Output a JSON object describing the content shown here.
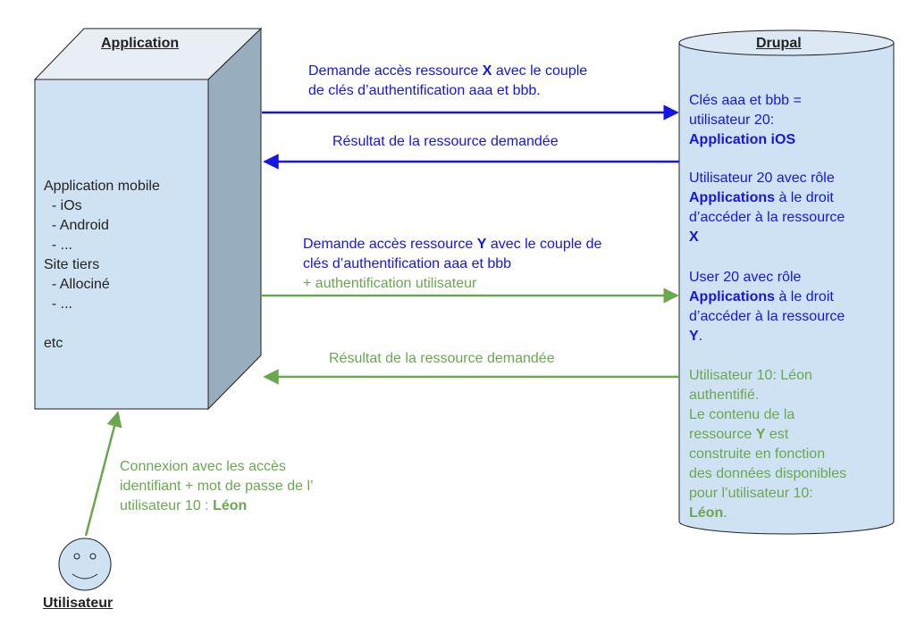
{
  "application": {
    "title": "Application",
    "lines": [
      "Application mobile",
      "  - iOs",
      "  - Android",
      "  - ...",
      "Site tiers",
      "  - Allociné",
      "  - ...",
      "",
      "etc"
    ]
  },
  "drupal": {
    "title": "Drupal",
    "block1": {
      "l1": "Clés aaa et bbb =",
      "l2": "utilisateur 20:",
      "l3": "Application iOS"
    },
    "block2": {
      "l1": "Utilisateur 20 avec rôle",
      "l2_bold": "Applications",
      "l2_rest": " à le droit",
      "l3": "d’accéder à la ressource",
      "l4": "X"
    },
    "block3": {
      "l1": "User 20 avec rôle",
      "l2_bold": "Applications",
      "l2_rest": " à le droit",
      "l3": "d’accéder à la ressource",
      "l4_bold": "Y",
      "l4_rest": "."
    },
    "block4": {
      "l1": "Utilisateur 10: Léon",
      "l2": "authentifié.",
      "l3": "Le contenu de la",
      "l4_pre": "ressource ",
      "l4_bold": "Y",
      "l4_rest": " est",
      "l5": "construite en fonction",
      "l6": "des données disponibles",
      "l7": "pour l’utilisateur 10:",
      "l8_bold": "Léon",
      "l8_rest": "."
    }
  },
  "messages": {
    "m1": {
      "l1_pre": "Demande accès ressource ",
      "l1_bold": "X",
      "l1_post": " avec le couple",
      "l2": "de clés d’authentification aaa et bbb."
    },
    "m2": "Résultat de la ressource demandée",
    "m3": {
      "l1_pre": "Demande accès ressource ",
      "l1_bold": "Y",
      "l1_post": " avec le couple de",
      "l2": "clés d’authentification aaa et bbb",
      "l3": "+ authentification utilisateur"
    },
    "m4": "Résultat de la ressource demandée",
    "m5": {
      "l1": "Connexion avec les accès",
      "l2": "identifiant + mot de passe de l’",
      "l3_pre": "utilisateur 10 : ",
      "l3_bold": "Léon"
    }
  },
  "user": {
    "label": "Utilisateur"
  },
  "colors": {
    "blue": "#1515e6",
    "green": "#6aa84f",
    "box_front": "#cfe2f3",
    "box_side": "#98aebe",
    "cylinder": "#cfe2f3",
    "face": "#cfe2f3"
  }
}
